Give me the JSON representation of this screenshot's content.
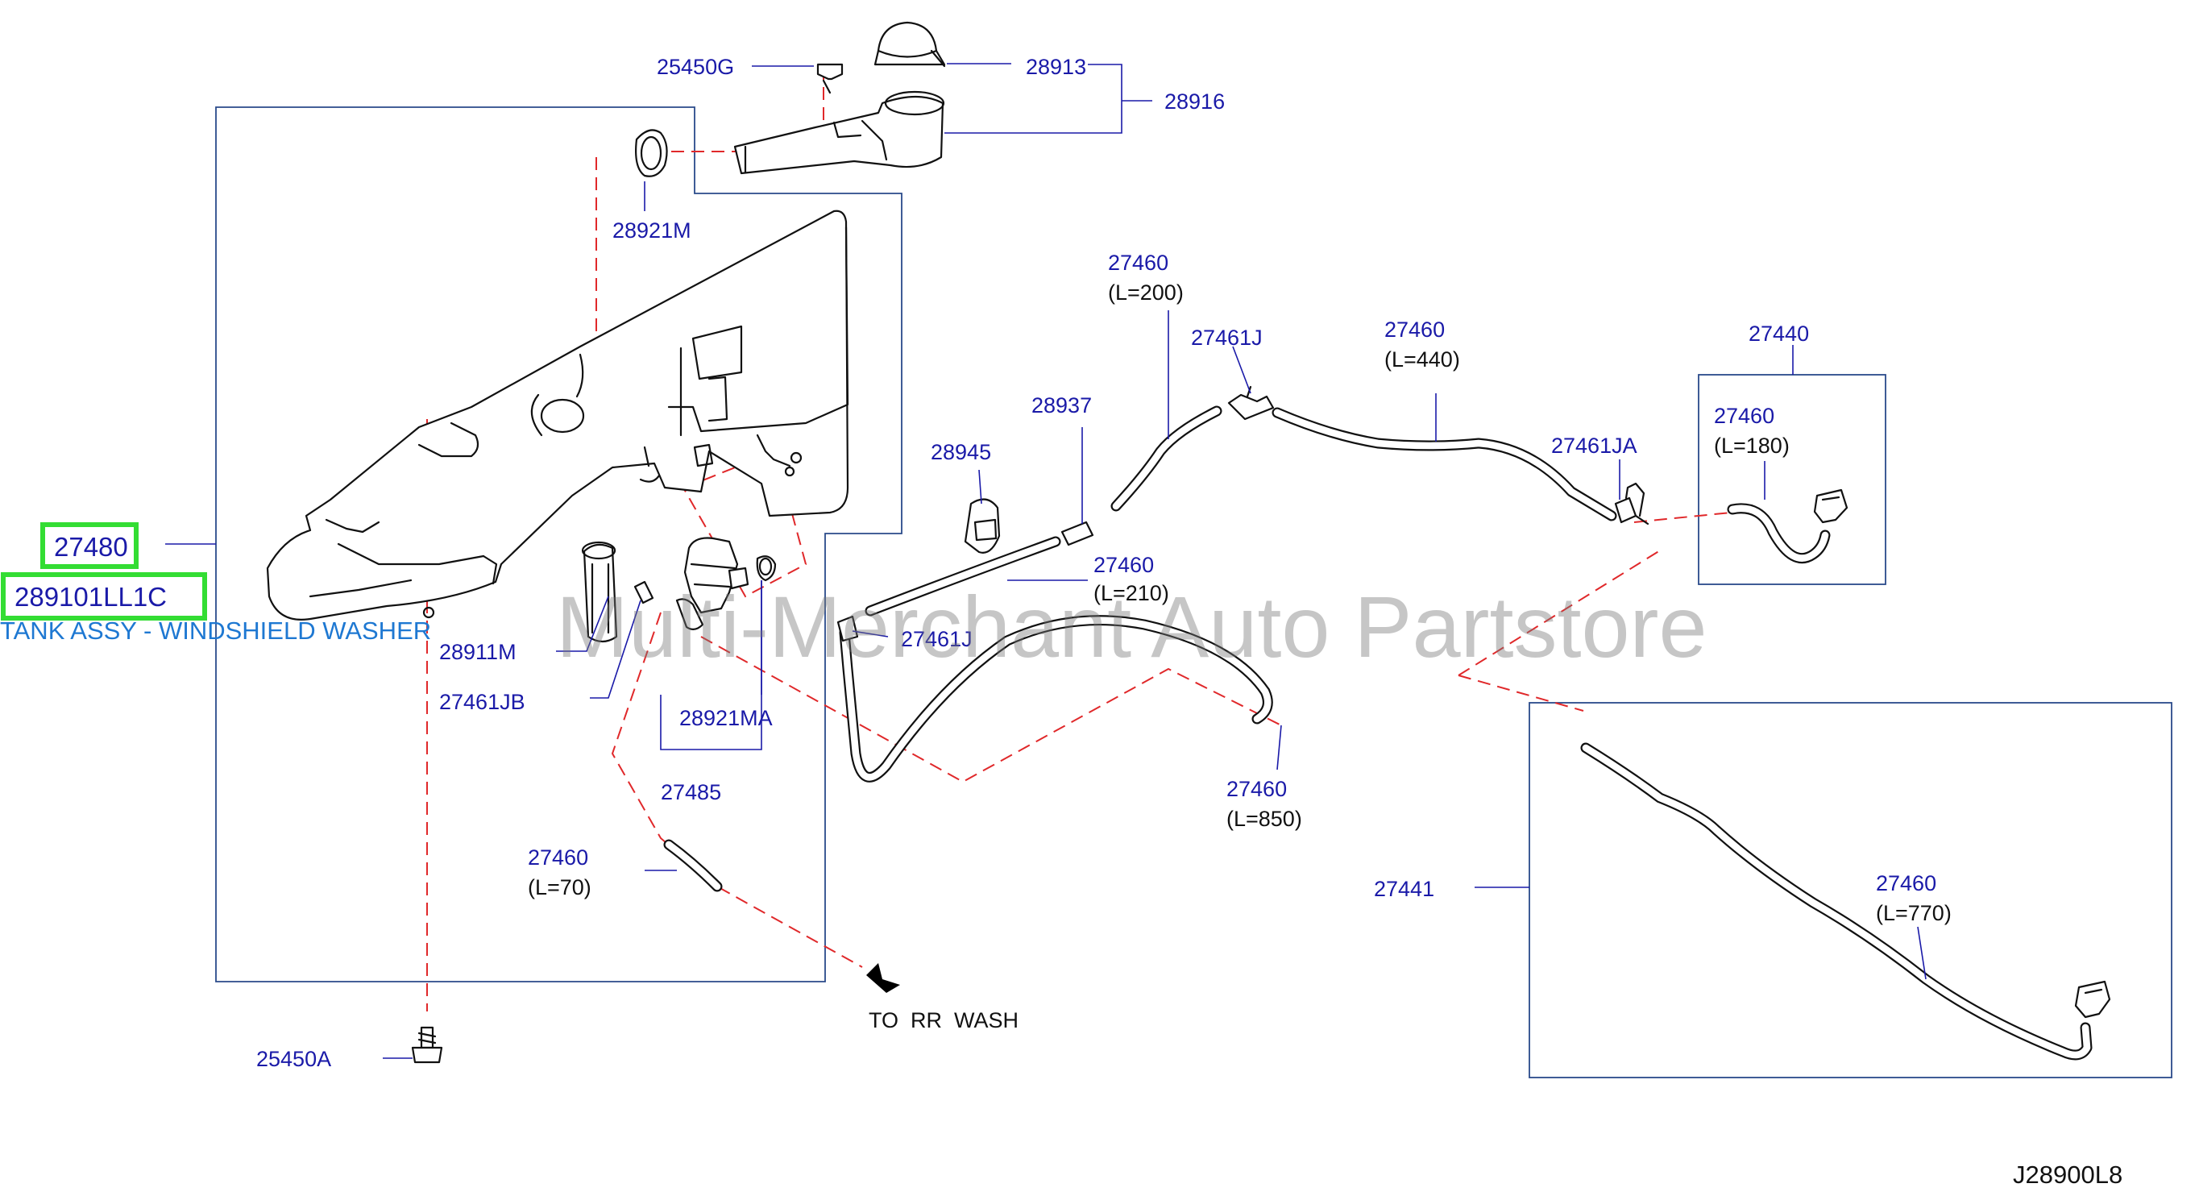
{
  "diagram": {
    "code": "J28900L8",
    "watermark": "Multi-Merchant Auto Partstore",
    "highlight": {
      "ref": "27480",
      "part_number": "289101LL1C",
      "description": "TANK ASSY - WINDSHIELD WASHER"
    },
    "note_rear": "TO  RR  WASH",
    "colors": {
      "callout": "#1a1aa8",
      "dashed": "#e0282a",
      "highlight": "#33dd33",
      "description": "#1e78d2"
    }
  },
  "callouts": {
    "c25450G": "25450G",
    "c28913": "28913",
    "c28916": "28916",
    "c28921M": "28921M",
    "c28911M": "28911M",
    "c27461JB": "27461JB",
    "c28921MA": "28921MA",
    "c27485": "27485",
    "c27460_70": "27460",
    "d70": "(L=70)",
    "c25450A": "25450A",
    "c28945": "28945",
    "c28937": "28937",
    "c27460_200": "27460",
    "d200": "(L=200)",
    "c27461J_top": "27461J",
    "c27460_440": "27460",
    "d440": "(L=440)",
    "c27460_210": "27460",
    "d210": "(L=210)",
    "c27461J_mid": "27461J",
    "c27460_850": "27460",
    "d850": "(L=850)",
    "c27461JA": "27461JA",
    "c27440": "27440",
    "c27460_180": "27460",
    "d180": "(L=180)",
    "c27441": "27441",
    "c27460_770": "27460",
    "d770": "(L=770)"
  }
}
